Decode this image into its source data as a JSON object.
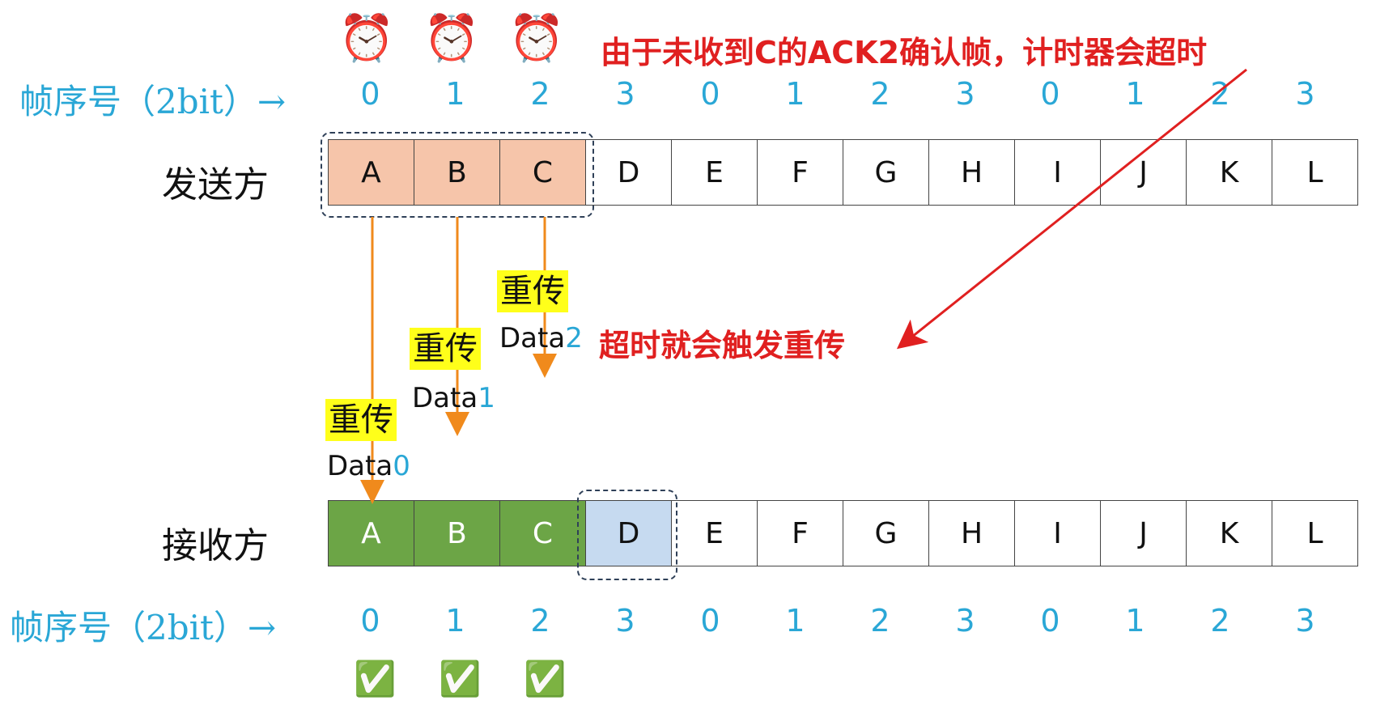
{
  "sequence_label": "帧序号（2bit）→",
  "sequence_numbers": [
    "0",
    "1",
    "2",
    "3",
    "0",
    "1",
    "2",
    "3",
    "0",
    "1",
    "2",
    "3"
  ],
  "sender": {
    "label": "发送方",
    "frames": [
      "A",
      "B",
      "C",
      "D",
      "E",
      "F",
      "G",
      "H",
      "I",
      "J",
      "K",
      "L"
    ]
  },
  "receiver": {
    "label": "接收方",
    "frames": [
      "A",
      "B",
      "C",
      "D",
      "E",
      "F",
      "G",
      "H",
      "I",
      "J",
      "K",
      "L"
    ]
  },
  "timer_icons": [
    "alarm-clock",
    "alarm-clock",
    "alarm-clock"
  ],
  "ack_icons": [
    "✅",
    "✅",
    "✅"
  ],
  "annotations": {
    "timeout_note": "由于未收到C的ACK2确认帧，计时器会超时",
    "retransmit_note": "超时就会触发重传"
  },
  "transmissions": [
    {
      "tag": "重传",
      "data": "Data",
      "index": "0"
    },
    {
      "tag": "重传",
      "data": "Data",
      "index": "1"
    },
    {
      "tag": "重传",
      "data": "Data",
      "index": "2"
    }
  ],
  "colors": {
    "sender_window": "#f6c5aa",
    "received": "#6ca546",
    "receive_window": "#c6daf0",
    "sequence": "#2aa7d6",
    "alert": "#e02020",
    "highlight": "#ffff1a",
    "arrow": "#f08a1c"
  }
}
